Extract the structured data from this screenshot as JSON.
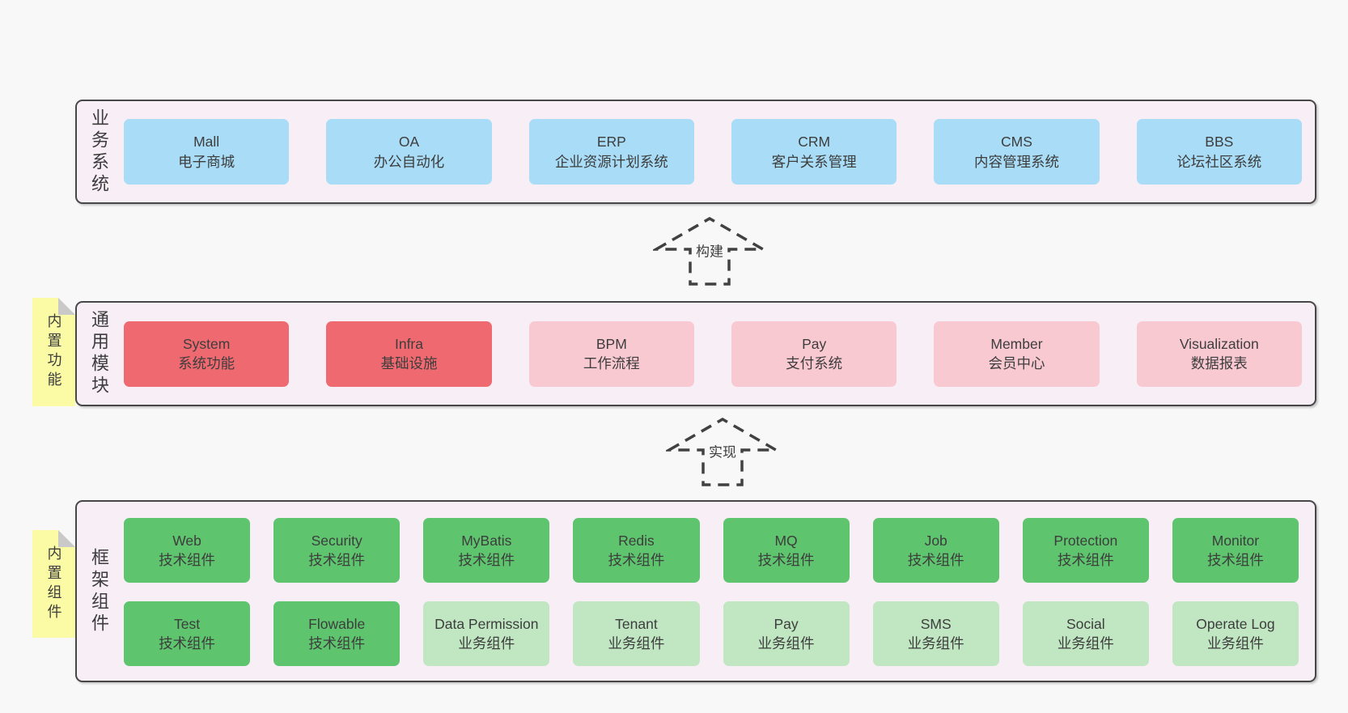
{
  "diagram": {
    "layers": [
      {
        "id": "business-systems",
        "label": "业务系统",
        "boxes": [
          {
            "name": "Mall",
            "desc": "电子商城",
            "variant": "blue"
          },
          {
            "name": "OA",
            "desc": "办公自动化",
            "variant": "blue"
          },
          {
            "name": "ERP",
            "desc": "企业资源计划系统",
            "variant": "blue"
          },
          {
            "name": "CRM",
            "desc": "客户关系管理",
            "variant": "blue"
          },
          {
            "name": "CMS",
            "desc": "内容管理系统",
            "variant": "blue"
          },
          {
            "name": "BBS",
            "desc": "论坛社区系统",
            "variant": "blue"
          }
        ]
      },
      {
        "id": "common-modules",
        "label": "通用模块",
        "note": "内置功能",
        "boxes": [
          {
            "name": "System",
            "desc": "系统功能",
            "variant": "red"
          },
          {
            "name": "Infra",
            "desc": "基础设施",
            "variant": "red"
          },
          {
            "name": "BPM",
            "desc": "工作流程",
            "variant": "pink"
          },
          {
            "name": "Pay",
            "desc": "支付系统",
            "variant": "pink"
          },
          {
            "name": "Member",
            "desc": "会员中心",
            "variant": "pink"
          },
          {
            "name": "Visualization",
            "desc": "数据报表",
            "variant": "pink"
          }
        ]
      },
      {
        "id": "framework-components",
        "label": "框架组件",
        "note": "内置组件",
        "boxes": [
          {
            "name": "Web",
            "desc": "技术组件",
            "variant": "green"
          },
          {
            "name": "Security",
            "desc": "技术组件",
            "variant": "green"
          },
          {
            "name": "MyBatis",
            "desc": "技术组件",
            "variant": "green"
          },
          {
            "name": "Redis",
            "desc": "技术组件",
            "variant": "green"
          },
          {
            "name": "MQ",
            "desc": "技术组件",
            "variant": "green"
          },
          {
            "name": "Job",
            "desc": "技术组件",
            "variant": "green"
          },
          {
            "name": "Protection",
            "desc": "技术组件",
            "variant": "green"
          },
          {
            "name": "Monitor",
            "desc": "技术组件",
            "variant": "green"
          },
          {
            "name": "Test",
            "desc": "技术组件",
            "variant": "green"
          },
          {
            "name": "Flowable",
            "desc": "技术组件",
            "variant": "green"
          },
          {
            "name": "Data Permission",
            "desc": "业务组件",
            "variant": "green_light"
          },
          {
            "name": "Tenant",
            "desc": "业务组件",
            "variant": "green_light"
          },
          {
            "name": "Pay",
            "desc": "业务组件",
            "variant": "green_light"
          },
          {
            "name": "SMS",
            "desc": "业务组件",
            "variant": "green_light"
          },
          {
            "name": "Social",
            "desc": "业务组件",
            "variant": "green_light"
          },
          {
            "name": "Operate Log",
            "desc": "业务组件",
            "variant": "green_light"
          }
        ]
      }
    ],
    "arrows": [
      {
        "label": "构建"
      },
      {
        "label": "实现"
      }
    ],
    "colors": {
      "blue": "#a9dcf6",
      "red": "#ef6a70",
      "pink": "#f9c9d2",
      "green": "#5ec56e",
      "green_light": "#c0e6c2",
      "band_bg": "#f8eef6",
      "band_border": "#474747",
      "note_bg": "#fbfba5",
      "note_fold": "#c9c9c9",
      "page_bg": "#f8f8f8",
      "text": "#3d3d3d"
    }
  }
}
